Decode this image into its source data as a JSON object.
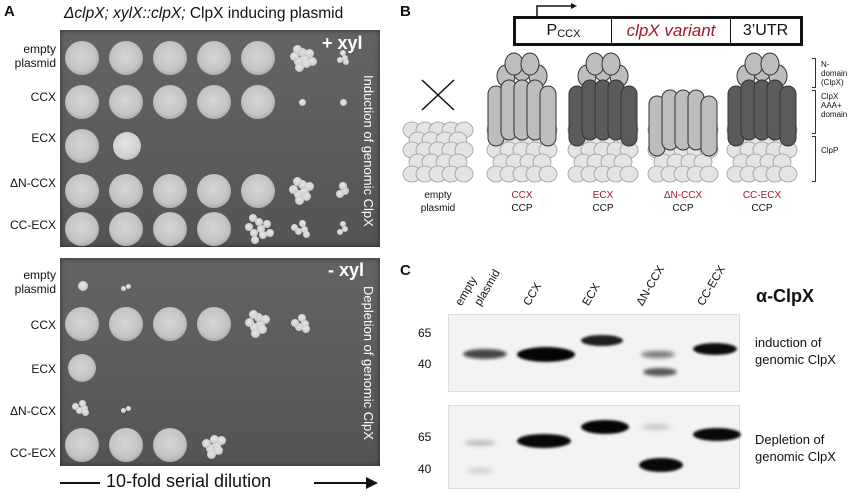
{
  "panels": {
    "a": "A",
    "b": "B",
    "c": "C"
  },
  "panel_a": {
    "title_italic": "ΔclpX; xylX::clpX;",
    "title_rest": " ClpX inducing plasmid",
    "top_plate": {
      "tag": "+ xyl",
      "side_label": "Induction of genomic ClpX",
      "rows": [
        {
          "label_line1": "empty",
          "label_line2": "plasmid"
        },
        {
          "label_line1": "CCX",
          "label_line2": ""
        },
        {
          "label_line1": "ECX",
          "label_line2": ""
        },
        {
          "label_line1": "ΔN-CCX",
          "label_line2": ""
        },
        {
          "label_line1": "CC-ECX",
          "label_line2": ""
        }
      ]
    },
    "bottom_plate": {
      "tag": "- xyl",
      "side_label": "Depletion of genomic ClpX",
      "rows": [
        {
          "label_line1": "empty",
          "label_line2": "plasmid"
        },
        {
          "label_line1": "CCX",
          "label_line2": ""
        },
        {
          "label_line1": "ECX",
          "label_line2": ""
        },
        {
          "label_line1": "ΔN-CCX",
          "label_line2": ""
        },
        {
          "label_line1": "CC-ECX",
          "label_line2": ""
        }
      ]
    },
    "dilution_label": "10-fold serial dilution"
  },
  "panel_b": {
    "construct": {
      "promoter_main": "P",
      "promoter_sub": "CCX",
      "variant": "clpX variant",
      "utr": "3’UTR"
    },
    "domain_notes": {
      "n_domain": [
        "N-domain",
        "(ClpX)"
      ],
      "aaa_domain": [
        "ClpX",
        "AAA+",
        "domain"
      ],
      "clpp": [
        "ClpP"
      ]
    },
    "complexes": [
      {
        "line1": "empty",
        "line2": "plasmid",
        "line1_red": false
      },
      {
        "line1": "CCX",
        "line2": "CCP",
        "line1_red": true
      },
      {
        "line1": "ECX",
        "line2": "CCP",
        "line1_red": true
      },
      {
        "line1": "ΔN-CCX",
        "line2": "CCP",
        "line1_red": true
      },
      {
        "line1": "CC-ECX",
        "line2": "CCP",
        "line1_red": true
      }
    ],
    "colors": {
      "light_subunit": "#bdbdbd",
      "dark_subunit": "#5b5b5b",
      "clpp": "#e4e4e4",
      "red_label": "#a4182a"
    }
  },
  "panel_c": {
    "antibody": "α-ClpX",
    "lanes": [
      "empty",
      "plasmid",
      "CCX",
      "ECX",
      "ΔN-CCX",
      "CC-ECX"
    ],
    "mw_top": [
      "65",
      "40"
    ],
    "mw_bottom": [
      "65",
      "40"
    ],
    "top_note": [
      "induction of",
      "genomic ClpX"
    ],
    "bottom_note": [
      "Depletion of",
      "genomic ClpX"
    ]
  }
}
